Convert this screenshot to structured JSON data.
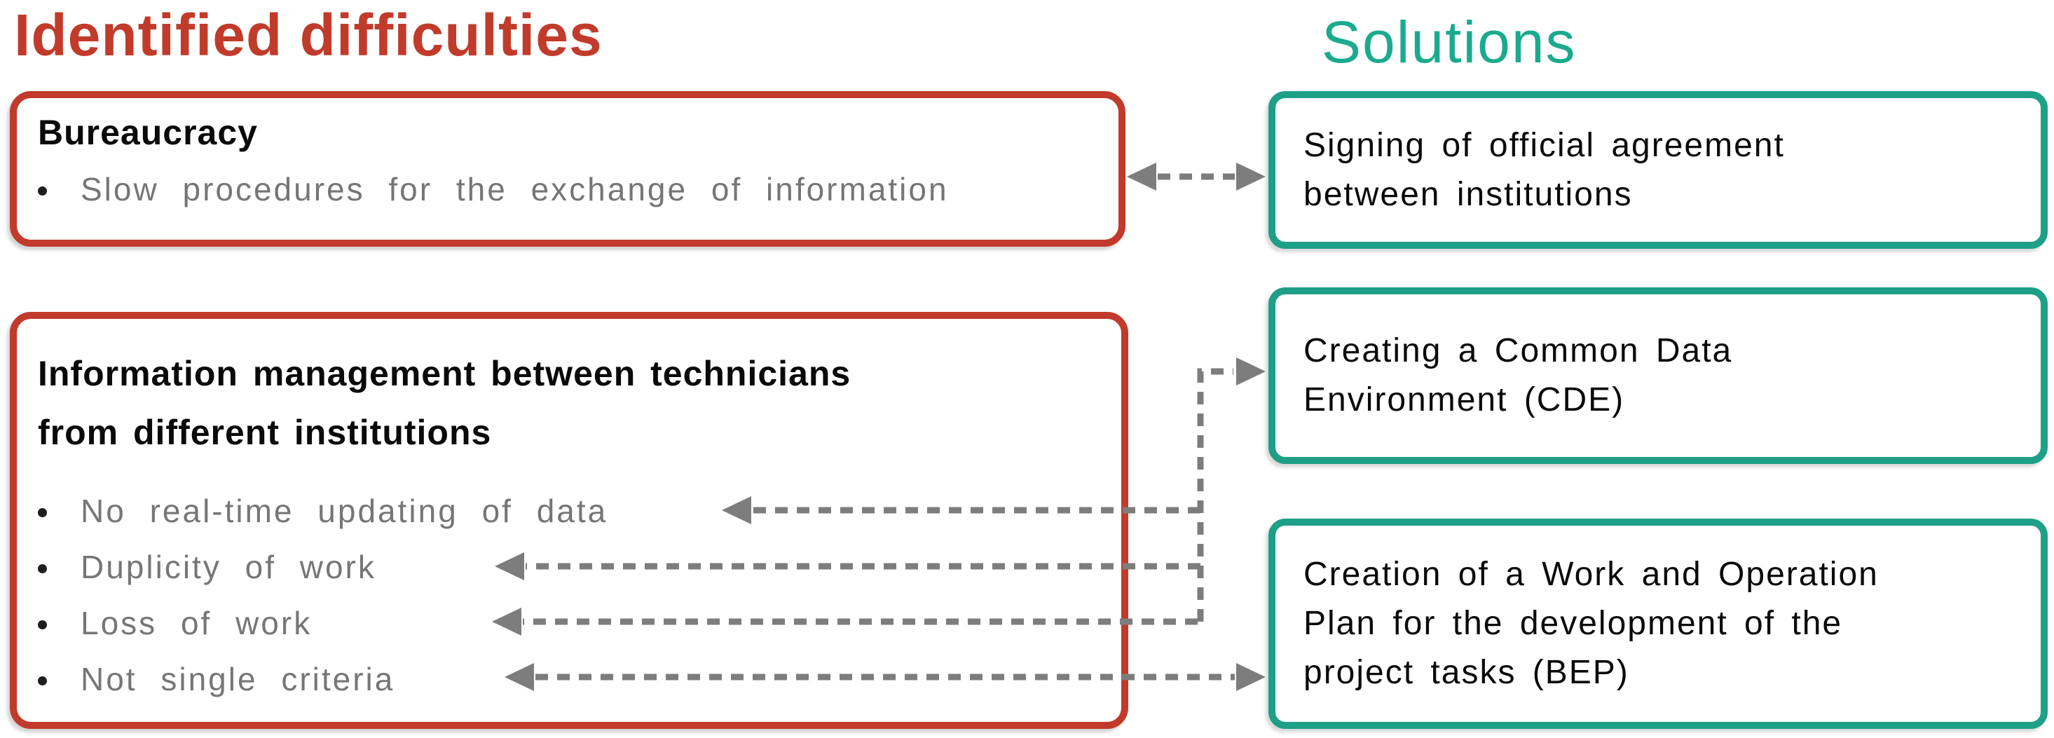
{
  "titles": {
    "difficulties": "Identified difficulties",
    "solutions": "Solutions"
  },
  "difficulty_boxes": [
    {
      "heading": "Bureaucracy",
      "bullets": [
        "Slow procedures for the exchange of information"
      ]
    },
    {
      "heading": "Information management between technicians from different institutions",
      "bullets": [
        "No real-time updating of data",
        "Duplicity of work",
        "Loss of work",
        "Not single criteria"
      ]
    }
  ],
  "solution_boxes": [
    {
      "text": "Signing of official agreement between institutions"
    },
    {
      "text": "Creating a Common Data Environment (CDE)"
    },
    {
      "text": "Creation of a Work and Operation Plan for the development of the project tasks (BEP)"
    }
  ],
  "connections": [
    {
      "from": "Bureaucracy",
      "to": "Signing of official agreement between institutions",
      "style": "double-arrow"
    },
    {
      "from": "No real-time updating of data",
      "to": "Creating a Common Data Environment (CDE)",
      "style": "arrow"
    },
    {
      "from": "Duplicity of work",
      "to": "Creating a Common Data Environment (CDE)",
      "style": "arrow"
    },
    {
      "from": "Loss of work",
      "to": "Creating a Common Data Environment (CDE)",
      "style": "arrow"
    },
    {
      "from": "Not single criteria",
      "to": "Creation of a Work and Operation Plan for the development of the project tasks (BEP)",
      "style": "double-arrow"
    }
  ],
  "colors": {
    "difficulty_accent": "#c23a2b",
    "solution_accent": "#1e9f87",
    "difficulty_title": "#c13b2b",
    "solution_title": "#1baa8d",
    "muted_text": "#767676",
    "body_text": "#0a0a0a",
    "connector": "#7d7d7d",
    "background": "#ffffff"
  }
}
